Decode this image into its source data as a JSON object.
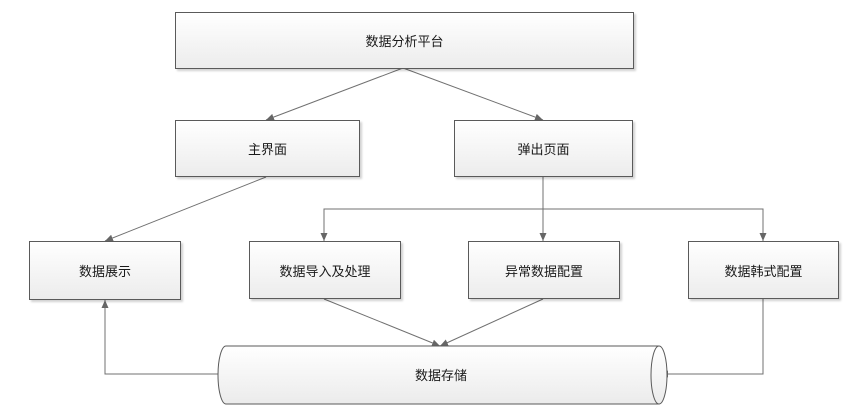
{
  "diagram": {
    "root": {
      "label": "数据分析平台"
    },
    "main_page": {
      "label": "主界面"
    },
    "popup_page": {
      "label": "弹出页面"
    },
    "data_display": {
      "label": "数据展示"
    },
    "data_import": {
      "label": "数据导入及处理"
    },
    "anomaly_config": {
      "label": "异常数据配置"
    },
    "format_config": {
      "label": "数据韩式配置"
    },
    "storage": {
      "label": "数据存储"
    }
  }
}
